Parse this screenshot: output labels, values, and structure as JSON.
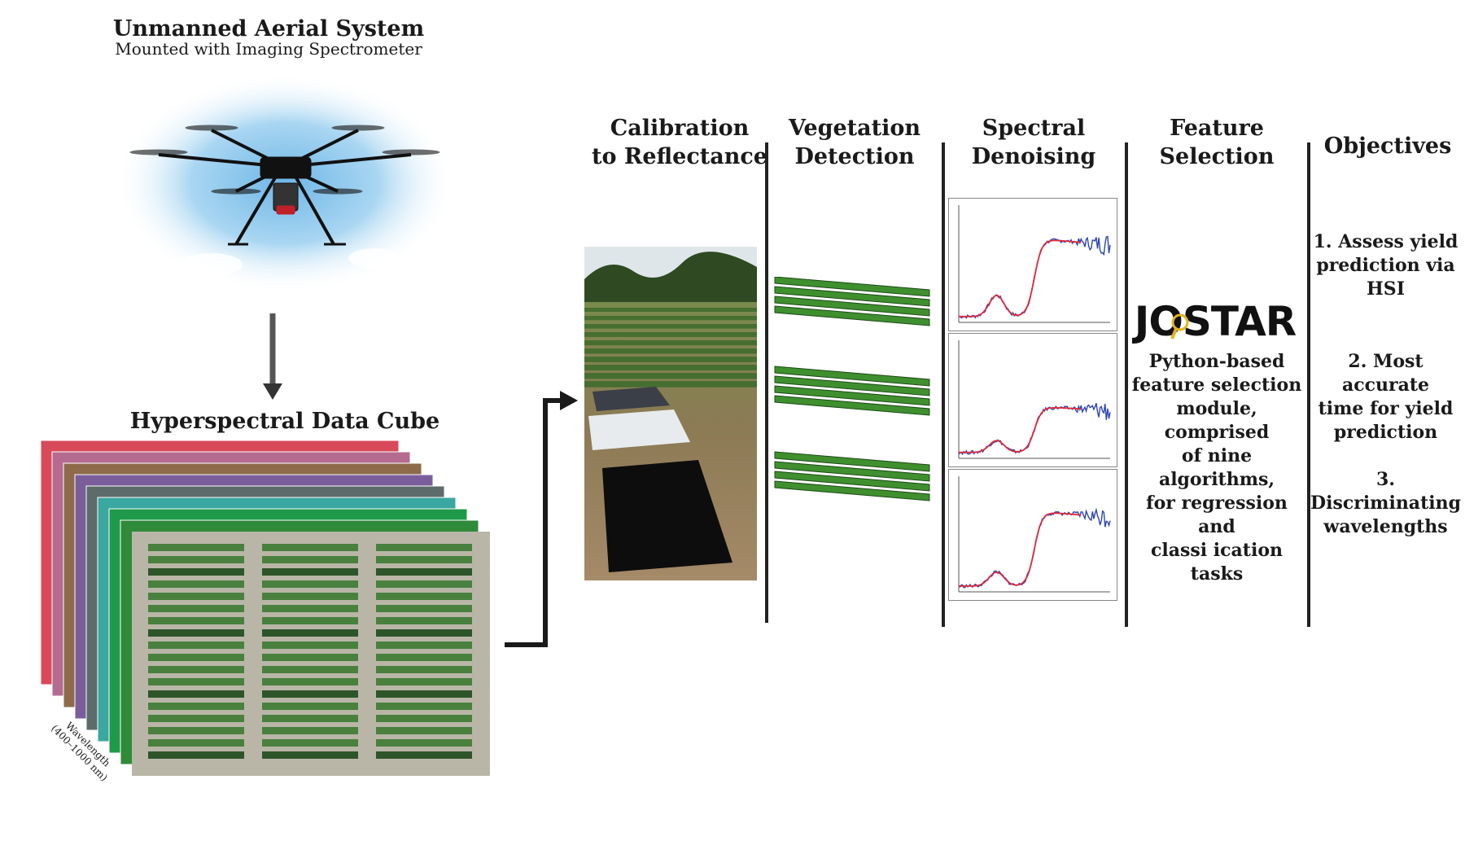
{
  "uas": {
    "title": "Unmanned Aerial System",
    "subtitle": "Mounted with Imaging Spectrometer"
  },
  "cube": {
    "title": "Hyperspectral Data Cube",
    "axis_label_line1": "Wavelength",
    "axis_label_line2": "(400–1000 nm)",
    "layer_colors": [
      "#d84a5a",
      "#b56b8f",
      "#8e6a4a",
      "#7a5e9c",
      "#5d6b6b",
      "#3aa7a0",
      "#1f9a4a",
      "#2f8a3a"
    ]
  },
  "columns": [
    {
      "line1": "Calibration",
      "line2": "to Reflectance"
    },
    {
      "line1": "Vegetation",
      "line2": "Detection"
    },
    {
      "line1": "Spectral",
      "line2": "Denoising"
    },
    {
      "line1": "Feature",
      "line2": "Selection"
    },
    {
      "line1": "Objectives",
      "line2": ""
    }
  ],
  "feature_selection": {
    "logo_text": "JOSTAR",
    "description": [
      "Python-based",
      "feature selection",
      "module, comprised",
      "of nine algorithms,",
      "for regression and",
      "classi ication tasks"
    ]
  },
  "objectives": [
    [
      "1. Assess yield",
      "prediction via",
      "HSI"
    ],
    [
      "2. Most accurate",
      "time for yield",
      "prediction"
    ],
    [
      "3. Discriminating",
      "wavelengths"
    ]
  ],
  "colors": {
    "sky": "#9fd0ef",
    "vegetation": "#3f8f2f",
    "noisy_spectrum": "#2b45b5",
    "smoothed_spectrum": "#e02a3a",
    "arrow": "#1a1a1a"
  }
}
